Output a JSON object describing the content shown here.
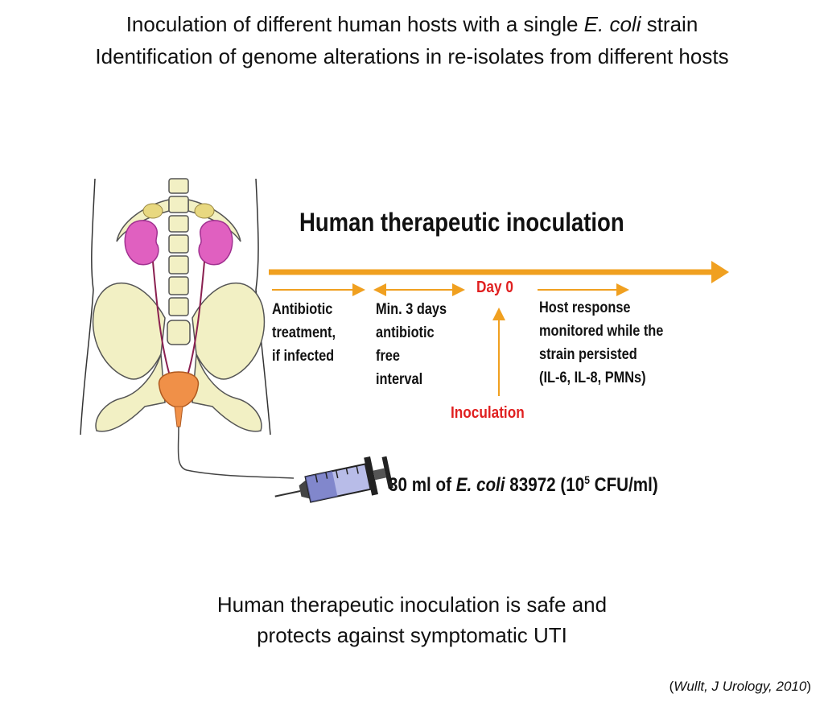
{
  "header": {
    "line1_pre": "Inoculation of different human hosts with a single ",
    "line1_italic": "E. coli",
    "line1_post": " strain",
    "line2": "Identification of genome alterations in re-isolates from different hosts"
  },
  "diagram": {
    "title": "Human therapeutic inoculation",
    "steps": [
      {
        "text": "Antibiotic\ntreatment,\nif infected"
      },
      {
        "text": "Min. 3 days\nantibiotic\nfree\ninterval"
      },
      {
        "text": "Host response\nmonitored while the\nstrain persisted\n(IL-6, IL-8, PMNs)"
      }
    ],
    "day_label": "Day 0",
    "inoculation_label": "Inoculation",
    "dose": {
      "pre": "30 ml of ",
      "italic": "E. coli",
      "mid": " 83972 (10",
      "sup": "5",
      "post": " CFU/ml)"
    },
    "colors": {
      "arrow": "#f0a020",
      "highlight": "#e02020",
      "kidney": "#e060c0",
      "bone": "#f2f0c4",
      "bladder": "#f09048"
    }
  },
  "conclusion": {
    "line1": "Human therapeutic inoculation is safe and",
    "line2": "protects against symptomatic UTI"
  },
  "citation": {
    "open": "(",
    "italic": "Wullt, J Urology, 2010",
    "close": ")"
  }
}
